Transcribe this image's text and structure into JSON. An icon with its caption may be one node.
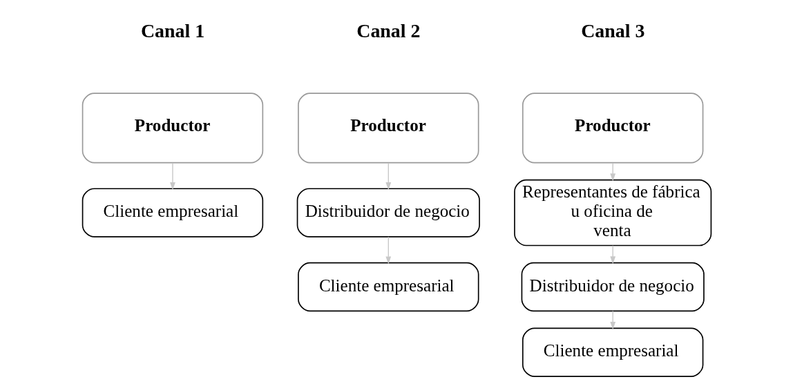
{
  "diagram": {
    "nodes": [
      {
        "text": [
          "Productor"
        ]
      },
      {
        "text": [
          "Cliente empresarial"
        ]
      },
      {
        "text": [
          "Productor"
        ]
      },
      {
        "text": [
          "Distribuidor de negocio"
        ]
      },
      {
        "text": [
          "Cliente empresarial"
        ]
      },
      {
        "text": [
          "Productor"
        ]
      },
      {
        "text": [
          "Representantes de fábrica u oficina de venta"
        ]
      },
      {
        "text": [
          "Distribuidor de negocio"
        ]
      },
      {
        "text": [
          "Cliente empresarial"
        ]
      }
    ],
    "edges": [
      {
        "from": 0,
        "to": 1,
        "arrow": "to"
      },
      {
        "from": 2,
        "to": 3,
        "arrow": "to"
      },
      {
        "from": 3,
        "to": 4,
        "arrow": "to"
      },
      {
        "from": 5,
        "to": 6,
        "arrow": "to"
      },
      {
        "from": 6,
        "to": 7,
        "arrow": "to"
      },
      {
        "from": 7,
        "to": 8,
        "arrow": "to"
      }
    ],
    "labels": [
      "Canal 1",
      "Canal 2",
      "Canal 3"
    ]
  }
}
